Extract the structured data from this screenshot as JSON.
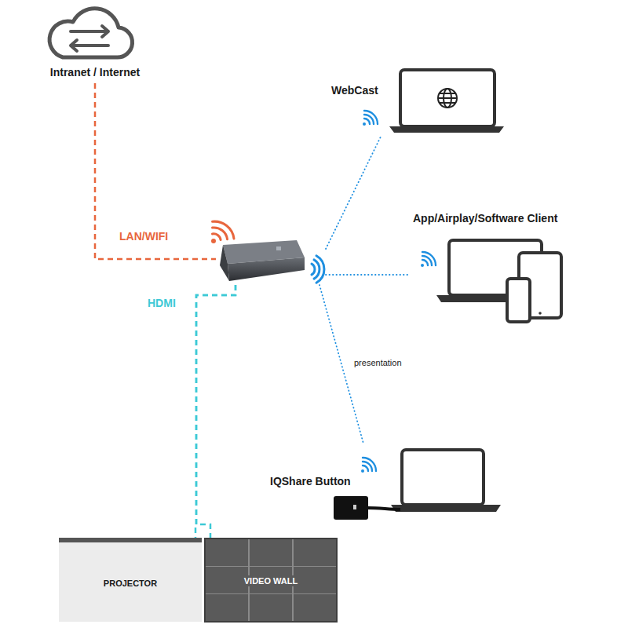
{
  "diagram": {
    "nodes": [
      {
        "text": [
          "Intranet / Internet"
        ]
      },
      {
        "text": [
          "WebCast"
        ]
      },
      {
        "text": [
          "App/Airplay/Software Client"
        ]
      },
      {
        "text": []
      },
      {
        "text": [
          "IQShare Button"
        ]
      },
      {
        "text": [
          "PROJECTOR"
        ]
      },
      {
        "text": [
          "VIDEO WALL"
        ]
      }
    ],
    "edges": [
      {
        "from": 0,
        "to": 3,
        "arrow": "none",
        "label": "LAN/WIFI"
      },
      {
        "from": 3,
        "to": 5,
        "arrow": "none",
        "label": "HDMI"
      },
      {
        "from": 3,
        "to": 6,
        "arrow": "none"
      },
      {
        "from": 3,
        "to": 1,
        "arrow": "none"
      },
      {
        "from": 3,
        "to": 2,
        "arrow": "none"
      },
      {
        "from": 3,
        "to": 4,
        "arrow": "none",
        "label": "presentation"
      }
    ]
  }
}
